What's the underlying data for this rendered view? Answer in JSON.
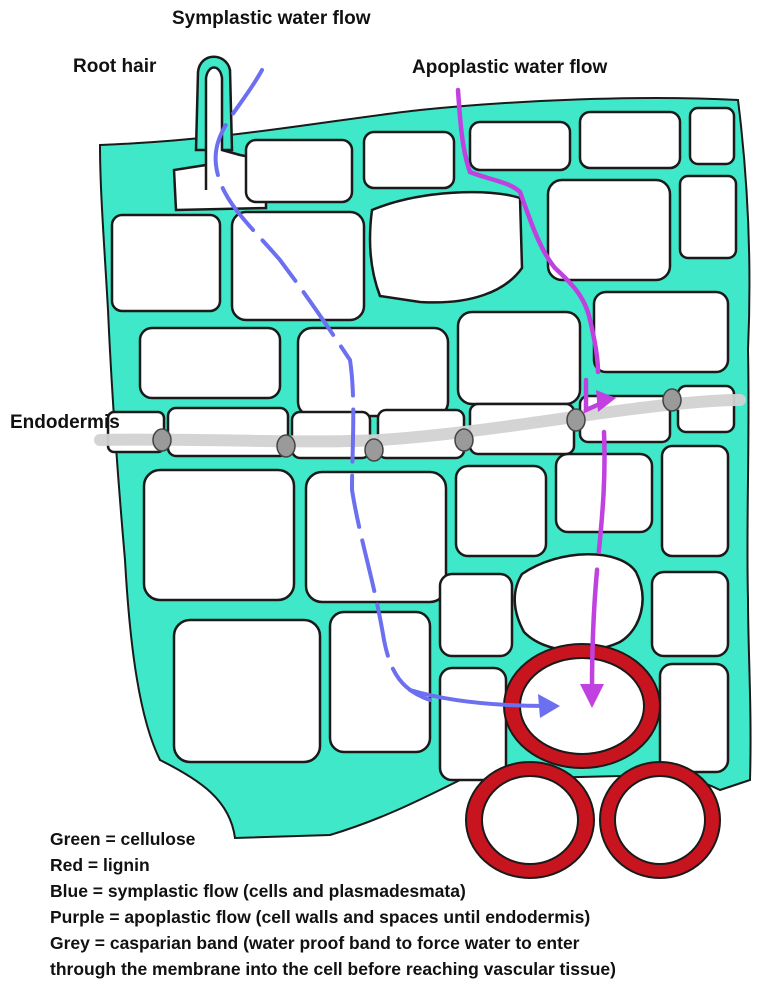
{
  "labels": {
    "symplastic": "Symplastic water flow",
    "root_hair": "Root hair",
    "apoplastic": "Apoplastic water flow",
    "endodermis": "Endodermis"
  },
  "legend": [
    "Green = cellulose",
    "Red = lignin",
    "Blue = symplastic flow (cells and plasmadesmata)",
    "Purple = apoplastic flow (cell walls and spaces until endodermis)",
    "Grey = casparian band (water proof band to force water to enter",
    "through the membrane into the cell before reaching vascular tissue)"
  ],
  "colors": {
    "cellulose": "#3ee8c8",
    "lignin": "#c8141e",
    "symplastic": "#6b6ff0",
    "apoplastic": "#c040e0",
    "casparian": "#d2d2d2",
    "outline": "#1a1a1a"
  }
}
